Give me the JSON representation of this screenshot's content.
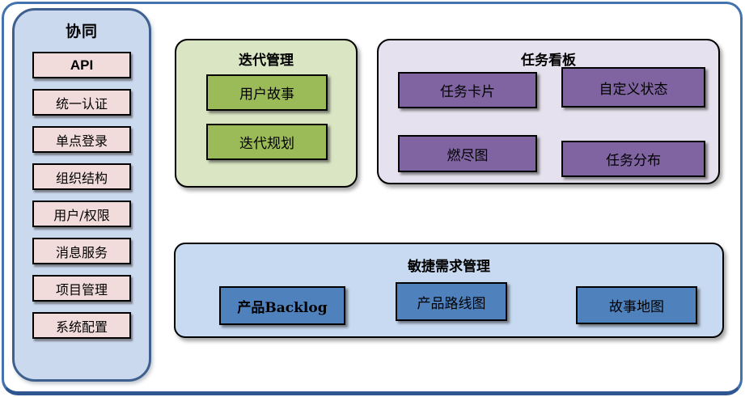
{
  "sidebar": {
    "title": "协同",
    "items": [
      "API",
      "统一认证",
      "单点登录",
      "组织结构",
      "用户/权限",
      "消息服务",
      "项目管理",
      "系统配置"
    ]
  },
  "iteration_panel": {
    "title": "迭代管理",
    "items": [
      "用户故事",
      "迭代规划"
    ]
  },
  "kanban_panel": {
    "title": "任务看板",
    "items": [
      "任务卡片",
      "自定义状态",
      "燃尽图",
      "任务分布"
    ]
  },
  "agile_panel": {
    "title": "敏捷需求管理",
    "items": [
      "产品Backlog",
      "产品路线图",
      "故事地图"
    ]
  },
  "colors": {
    "frame_border": "#4373ad",
    "sidebar_fill": "#cbd9ef",
    "sidebar_border": "#3f608f",
    "item_pink": "#f2dcdb",
    "panel_green_fill": "#d9e5c3",
    "box_green": "#9bbb59",
    "panel_purple_fill": "#e6e1ee",
    "box_purple": "#8064a2",
    "panel_blue_fill": "#c7daf1",
    "box_blue": "#4f81bd"
  }
}
